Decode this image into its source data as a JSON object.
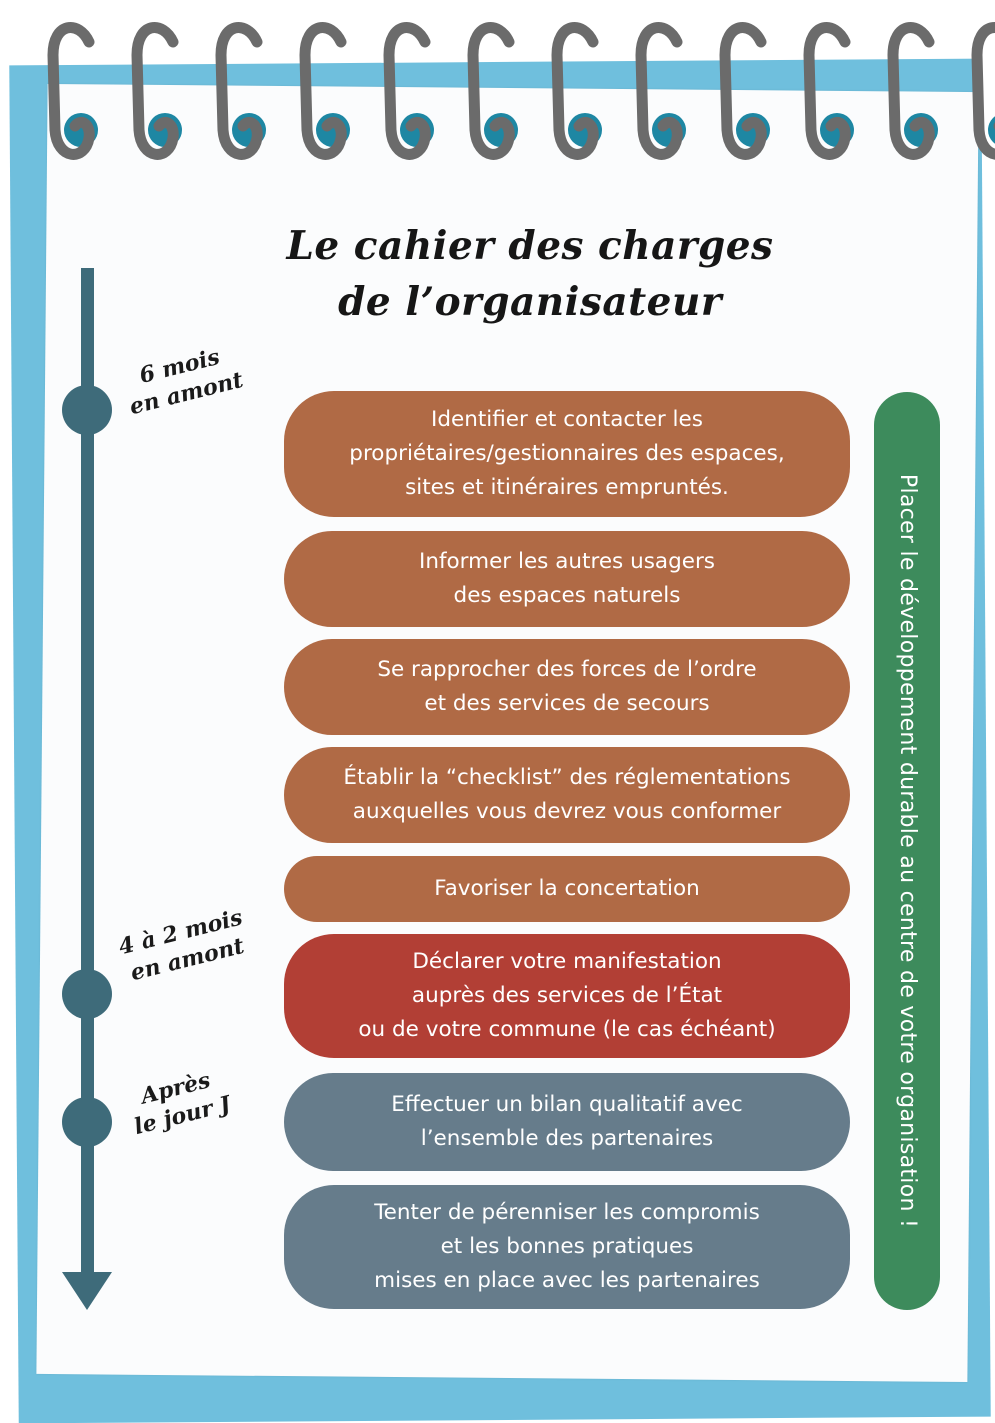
{
  "header": {
    "title_line1": "Le cahier des charges",
    "title_line2": "de l’organisateur"
  },
  "timeline": {
    "labels": [
      {
        "line1": "6 mois",
        "line2": "en amont"
      },
      {
        "line1": "4 à 2 mois",
        "line2": "en amont"
      },
      {
        "line1": "Après",
        "line2": "le jour J"
      }
    ],
    "icons": [
      "timeline-node-icon",
      "timeline-node-icon",
      "timeline-node-icon",
      "arrow-down-icon"
    ]
  },
  "steps": [
    {
      "lines": [
        "Identifier et contacter les",
        "propriétaires/gestionnaires des espaces,",
        "sites et itinéraires empruntés."
      ],
      "color": "#b06a45"
    },
    {
      "lines": [
        "Informer les autres usagers",
        "des espaces naturels"
      ],
      "color": "#b06a45"
    },
    {
      "lines": [
        "Se rapprocher des forces de l’ordre",
        "et des services de secours"
      ],
      "color": "#b06a45"
    },
    {
      "lines": [
        "Établir la “checklist” des réglementations",
        "auxquelles vous devrez vous conformer"
      ],
      "color": "#b06a45"
    },
    {
      "lines": [
        "Favoriser la concertation"
      ],
      "color": "#b06a45"
    },
    {
      "lines": [
        "Déclarer votre manifestation",
        "auprès des services de l’État",
        "ou de votre commune (le cas échéant)"
      ],
      "color": "#b23f35"
    },
    {
      "lines": [
        "Effectuer un bilan qualitatif avec",
        "l’ensemble des partenaires"
      ],
      "color": "#667c8b"
    },
    {
      "lines": [
        "Tenter de pérenniser les compromis",
        "et les bonnes pratiques",
        "mises en place avec les partenaires"
      ],
      "color": "#667c8b"
    }
  ],
  "side_note": {
    "text": "Placer le développement durable au centre de votre organisation !",
    "color": "#3d8b5c"
  },
  "colors": {
    "notebook_border": "#6fbfdd",
    "ring": "#6b6b6b",
    "hole": "#1e87a3",
    "timeline": "#3e6b7a"
  }
}
